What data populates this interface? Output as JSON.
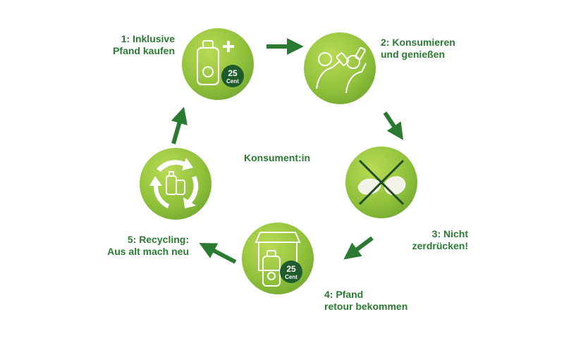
{
  "center_label": "Konsument:in",
  "steps": [
    {
      "line1": "1: Inklusive",
      "line2": "Pfand kaufen"
    },
    {
      "line1": "2: Konsumieren",
      "line2": "und genießen"
    },
    {
      "line1": "3: Nicht",
      "line2": "zerdrücken!"
    },
    {
      "line1": "4: Pfand",
      "line2": "retour bekommen"
    },
    {
      "line1": "5: Recycling:",
      "line2": "Aus alt mach neu"
    }
  ],
  "badge": {
    "amount": "25",
    "unit": "Cent"
  },
  "colors": {
    "green_dark": "#2a7a32",
    "green_light": "#a9d14a",
    "circle_dark": "#5f9a2a"
  },
  "icons": [
    "bottle-icon",
    "plus-icon",
    "euro-icon",
    "drinking-people-icon",
    "crushed-bottle-icon",
    "cross-icon",
    "shop-icon",
    "recycle-arrows-icon"
  ]
}
